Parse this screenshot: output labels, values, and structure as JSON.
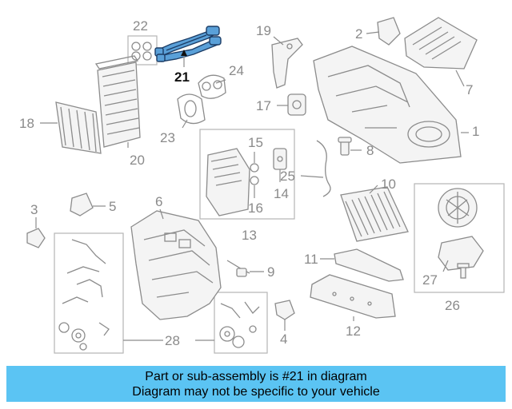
{
  "callouts": {
    "c1": "1",
    "c2": "2",
    "c3": "3",
    "c4": "4",
    "c5": "5",
    "c6": "6",
    "c7": "7",
    "c8": "8",
    "c9": "9",
    "c10": "10",
    "c11": "11",
    "c12": "12",
    "c13": "13",
    "c14": "14",
    "c15": "15",
    "c16": "16",
    "c17": "17",
    "c18": "18",
    "c19": "19",
    "c20": "20",
    "c21": "21",
    "c22": "22",
    "c23": "23",
    "c24": "24",
    "c25": "25",
    "c26": "26",
    "c27": "27",
    "c28": "28"
  },
  "highlight": {
    "part_number": "21",
    "color": "#5aa0d8"
  },
  "banner": {
    "line1": "Part or sub-assembly is #21 in diagram",
    "line2": "Diagram may not be specific to your vehicle",
    "color": "#5bc4f3"
  }
}
